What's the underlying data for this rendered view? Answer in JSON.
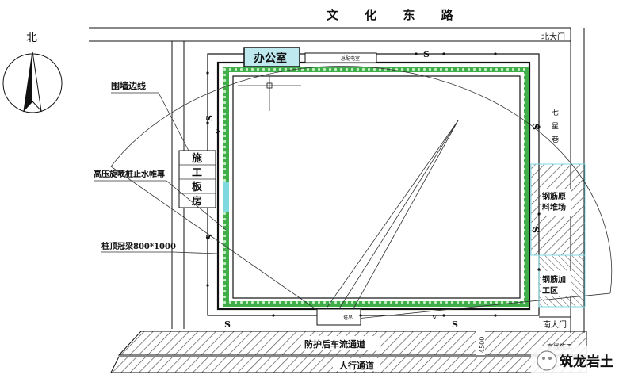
{
  "roads": {
    "top": "文 化 东 路",
    "right": "七 星 巷"
  },
  "compass": {
    "north_label": "北"
  },
  "gates": {
    "north": "北大门",
    "south": "南大门"
  },
  "buildings": {
    "office": "办公室",
    "small_top": "总配电室",
    "board_room": [
      "施",
      "工",
      "板",
      "房"
    ],
    "rebar_raw": [
      "钢筋原",
      "料堆场"
    ],
    "rebar_process": [
      "钢筋加",
      "工区"
    ],
    "crane_base": "塔吊"
  },
  "callouts": {
    "fence_line": "围墙边线",
    "jet_grouting": "高压旋喷桩止水帷幕",
    "cap_beam": "桩顶冠梁800*1000"
  },
  "channels": {
    "vehicle": "防护后车流通道",
    "pedestrian": "人行通道",
    "width": "4500",
    "right_small": "直线施工"
  },
  "markers": {
    "s": "S",
    "v": "V"
  },
  "watermark": "筑龙岩土",
  "colors": {
    "line": "#111111",
    "green": "#3fae49",
    "cyan": "#7fd9e0",
    "hatch": "#555555"
  }
}
